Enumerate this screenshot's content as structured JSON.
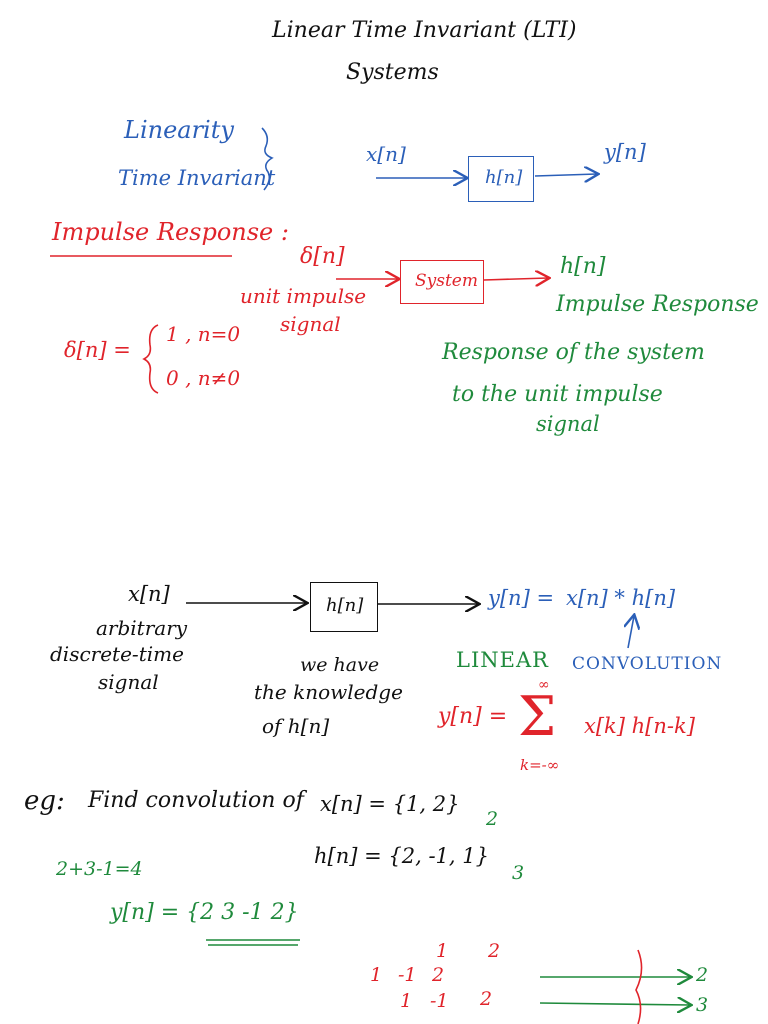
{
  "colors": {
    "black": "#111111",
    "blue": "#2b5fb8",
    "red": "#e0242b",
    "green": "#1f8a3c"
  },
  "title": {
    "line1": "Linear Time Invariant (LTI)",
    "line2": "Systems"
  },
  "properties": {
    "linearity": "Linearity",
    "time_invariant": "Time Invariant"
  },
  "block1": {
    "input": "x[n]",
    "box": "h[n]",
    "output": "y[n]"
  },
  "impulse": {
    "heading": "Impulse Response :",
    "delta": "δ[n]",
    "unit_impulse_line1": "unit impulse",
    "unit_impulse_line2": "signal",
    "system_box": "System",
    "output": "h[n]",
    "output_label": "Impulse Response",
    "def_lhs": "δ[n] =",
    "def_case1": "1 , n=0",
    "def_case2": "0 , n≠0",
    "desc_line1": "Response of the system",
    "desc_line2": "to the unit impulse",
    "desc_line3": "signal"
  },
  "block2": {
    "input": "x[n]",
    "arb_line1": "arbitrary",
    "arb_line2": "discrete-time",
    "arb_line3": "signal",
    "box": "h[n]",
    "know_line1": "we have",
    "know_line2": "the knowledge",
    "know_line3": "of h[n]",
    "output_lhs": "y[n] =",
    "output_rhs": "x[n] * h[n]",
    "linear": "LINEAR",
    "convolution": "CONVOLUTION",
    "sum_lhs": "y[n] =",
    "sum_upper": "∞",
    "sum_symbol": "Σ",
    "sum_lower": "k=-∞",
    "sum_term": "x[k] h[n-k]"
  },
  "example": {
    "label": "eg:",
    "prompt": "Find convolution of",
    "x_def": "x[n] = {1, 2}",
    "x_len": "2",
    "h_def": "h[n] = {2, -1, 1}",
    "h_len": "3",
    "length_calc": "2+3-1=4",
    "y_def": "y[n] = {2  3  -1  2}",
    "grid_row1": [
      "1",
      "2"
    ],
    "grid_row2": [
      "1",
      "-1",
      "2"
    ],
    "grid_row3": [
      "1",
      "-1",
      "2"
    ],
    "arrow_out1": "2",
    "arrow_out2": "3"
  }
}
